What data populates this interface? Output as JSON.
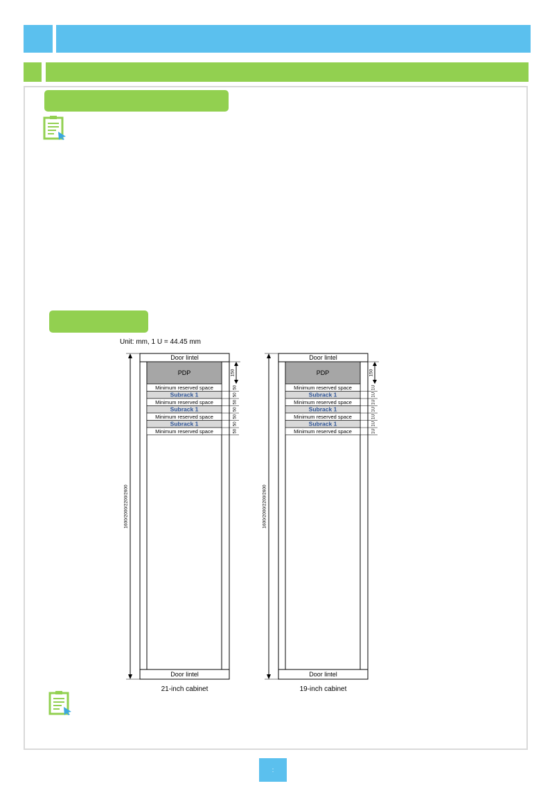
{
  "figure": {
    "unit_label": "Unit: mm, 1 U = 44.45 mm",
    "cabinets": [
      {
        "caption": "21-inch cabinet",
        "height_label": "1600/2000/2200/2600",
        "pdp_height_label": "150",
        "slot_labels": [
          "50",
          "50",
          "50",
          "50",
          "50",
          "50",
          "50"
        ],
        "top_lintel": "Door lintel",
        "bottom_lintel": "Door lintel",
        "pdp": "PDP",
        "rows": [
          "Minimum reserved space",
          "Subrack 1",
          "Minimum reserved space",
          "Subrack 1",
          "Minimum reserved space",
          "Subrack 1",
          "Minimum reserved space"
        ]
      },
      {
        "caption": "19-inch cabinet",
        "height_label": "1600/2000/2200/2600",
        "pdp_height_label": "150",
        "slot_labels": [
          "1U",
          "1U",
          "1U",
          "1U",
          "1U",
          "1U",
          "1U"
        ],
        "top_lintel": "Door lintel",
        "bottom_lintel": "Door lintel",
        "pdp": "PDP",
        "rows": [
          "Minimum reserved space",
          "Subrack 1",
          "Minimum reserved space",
          "Subrack 1",
          "Minimum reserved space",
          "Subrack 1",
          "Minimum reserved space"
        ]
      }
    ]
  },
  "pager": {
    "text": ":"
  },
  "colors": {
    "header_blue": "#5bc0ee",
    "section_green": "#92d050",
    "subrack_text": "#2f5597",
    "pdp_fill": "#a6a6a6",
    "subrack_fill": "#d9d9d9"
  }
}
